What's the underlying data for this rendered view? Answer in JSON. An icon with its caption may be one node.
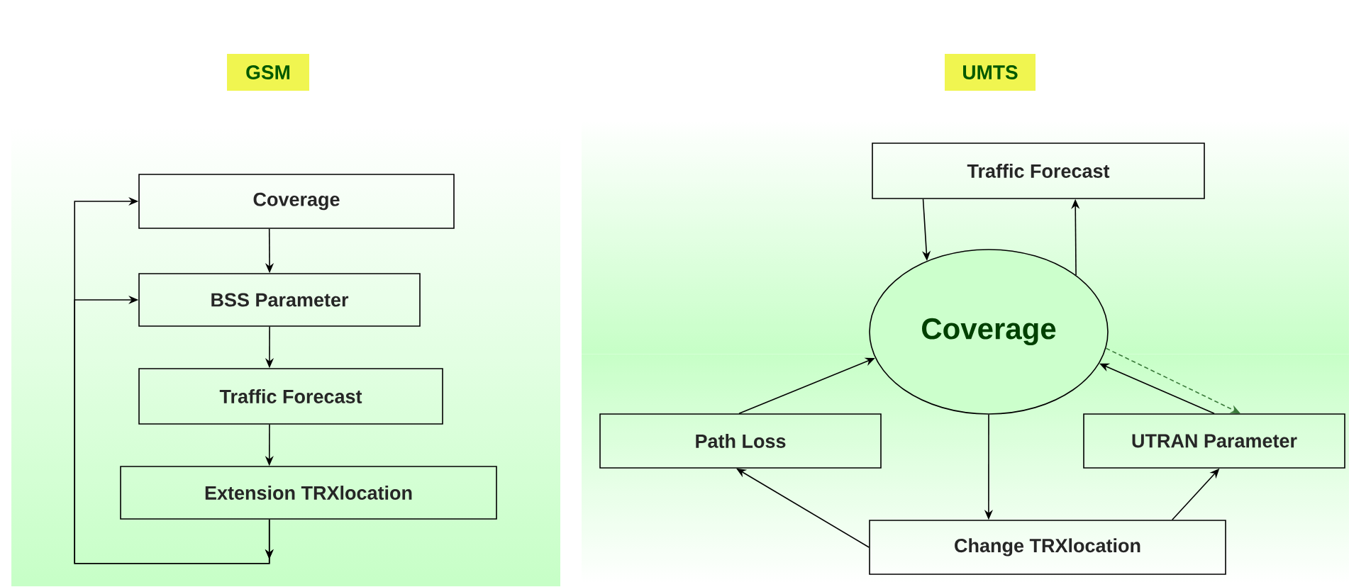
{
  "diagram": {
    "nodes": [
      {
        "text": [
          "GSM"
        ]
      },
      {
        "text": [
          "UMTS"
        ]
      },
      {
        "text": [
          "Coverage"
        ]
      },
      {
        "text": [
          "BSS Parameter"
        ]
      },
      {
        "text": [
          "Traffic Forecast"
        ]
      },
      {
        "text": [
          "Extension TRXlocation"
        ]
      },
      {
        "text": [
          "Traffic Forecast"
        ]
      },
      {
        "text": [
          "Coverage"
        ]
      },
      {
        "text": [
          "Path Loss"
        ]
      },
      {
        "text": [
          "UTRAN Parameter"
        ]
      },
      {
        "text": [
          "Change TRXlocation"
        ]
      }
    ],
    "edges": [
      {
        "from": 2,
        "to": 3,
        "arrow": "to"
      },
      {
        "from": 3,
        "to": 4,
        "arrow": "to"
      },
      {
        "from": 4,
        "to": 5,
        "arrow": "to"
      },
      {
        "from": 5,
        "to": 2,
        "arrow": "to"
      },
      {
        "from": 5,
        "to": 3,
        "arrow": "to"
      },
      {
        "from": 6,
        "to": 7,
        "arrow": "to"
      },
      {
        "from": 7,
        "to": 6,
        "arrow": "to"
      },
      {
        "from": 8,
        "to": 7,
        "arrow": "to"
      },
      {
        "from": 9,
        "to": 7,
        "arrow": "to"
      },
      {
        "from": 7,
        "to": 9,
        "arrow": "to",
        "style": "dashed",
        "color": "#3a7a3a"
      },
      {
        "from": 7,
        "to": 10,
        "arrow": "to"
      },
      {
        "from": 10,
        "to": 8,
        "arrow": "to"
      },
      {
        "from": 10,
        "to": 9,
        "arrow": "to"
      }
    ]
  }
}
